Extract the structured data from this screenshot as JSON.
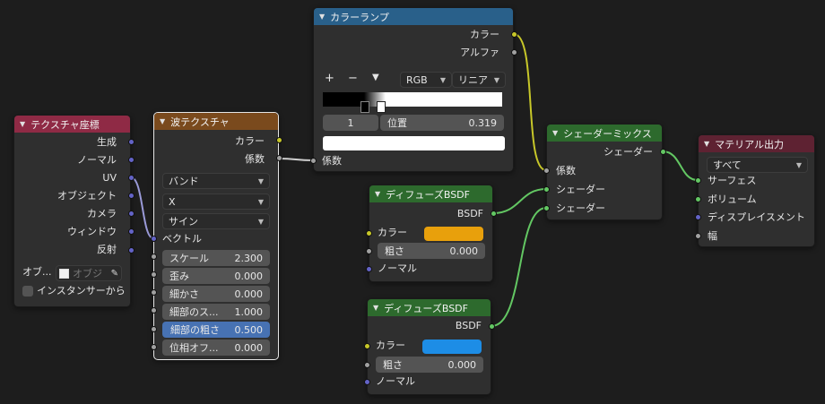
{
  "colors": {
    "vector_socket": "#6363c7",
    "float_socket": "#a1a1a1",
    "color_socket": "#c7c729",
    "shader_socket": "#63c763",
    "texcoord_header": "#8f2a45",
    "texture_header": "#7a4a1d",
    "converter_header": "#29608a",
    "shader_header": "#2d6a2d",
    "output_header": "#5e2232",
    "diffuse1_color": "#e8a00c",
    "diffuse2_color": "#1d8de6",
    "highlight_field": "#4772b3"
  },
  "texcoord": {
    "title": "テクスチャ座標",
    "outputs": [
      "生成",
      "ノーマル",
      "UV",
      "オブジェクト",
      "カメラ",
      "ウィンドウ",
      "反射"
    ],
    "object_label": "オブ...",
    "object_placeholder": "オブジ",
    "from_instancer": "インスタンサーから",
    "icon_object": "object-cube-icon",
    "icon_eyedropper": "eyedropper-icon"
  },
  "wave": {
    "title": "波テクスチャ",
    "outputs": [
      "カラー",
      "係数"
    ],
    "dropdowns": [
      "バンド",
      "X",
      "サイン"
    ],
    "vector_input": "ベクトル",
    "fields": [
      {
        "label": "スケール",
        "value": "2.300"
      },
      {
        "label": "歪み",
        "value": "0.000"
      },
      {
        "label": "細かさ",
        "value": "0.000"
      },
      {
        "label": "細部のス...",
        "value": "1.000"
      },
      {
        "label": "細部の粗さ",
        "value": "0.500"
      },
      {
        "label": "位相オフ...",
        "value": "0.000"
      }
    ]
  },
  "colorramp": {
    "title": "カラーランプ",
    "outputs": [
      "カラー",
      "アルファ"
    ],
    "add": "+",
    "remove": "−",
    "mode": "RGB",
    "interpolation": "リニア",
    "stop_index": "1",
    "position_label": "位置",
    "position_value": "0.319",
    "input": "係数"
  },
  "diffuse1": {
    "title": "ディフューズBSDF",
    "output": "BSDF",
    "color_label": "カラー",
    "roughness_label": "粗さ",
    "roughness_value": "0.000",
    "normal_label": "ノーマル"
  },
  "diffuse2": {
    "title": "ディフューズBSDF",
    "output": "BSDF",
    "color_label": "カラー",
    "roughness_label": "粗さ",
    "roughness_value": "0.000",
    "normal_label": "ノーマル"
  },
  "mix": {
    "title": "シェーダーミックス",
    "output": "シェーダー",
    "inputs": [
      "係数",
      "シェーダー",
      "シェーダー"
    ]
  },
  "output": {
    "title": "マテリアル出力",
    "target": "すべて",
    "inputs": [
      "サーフェス",
      "ボリューム",
      "ディスプレイスメント",
      "幅"
    ]
  }
}
